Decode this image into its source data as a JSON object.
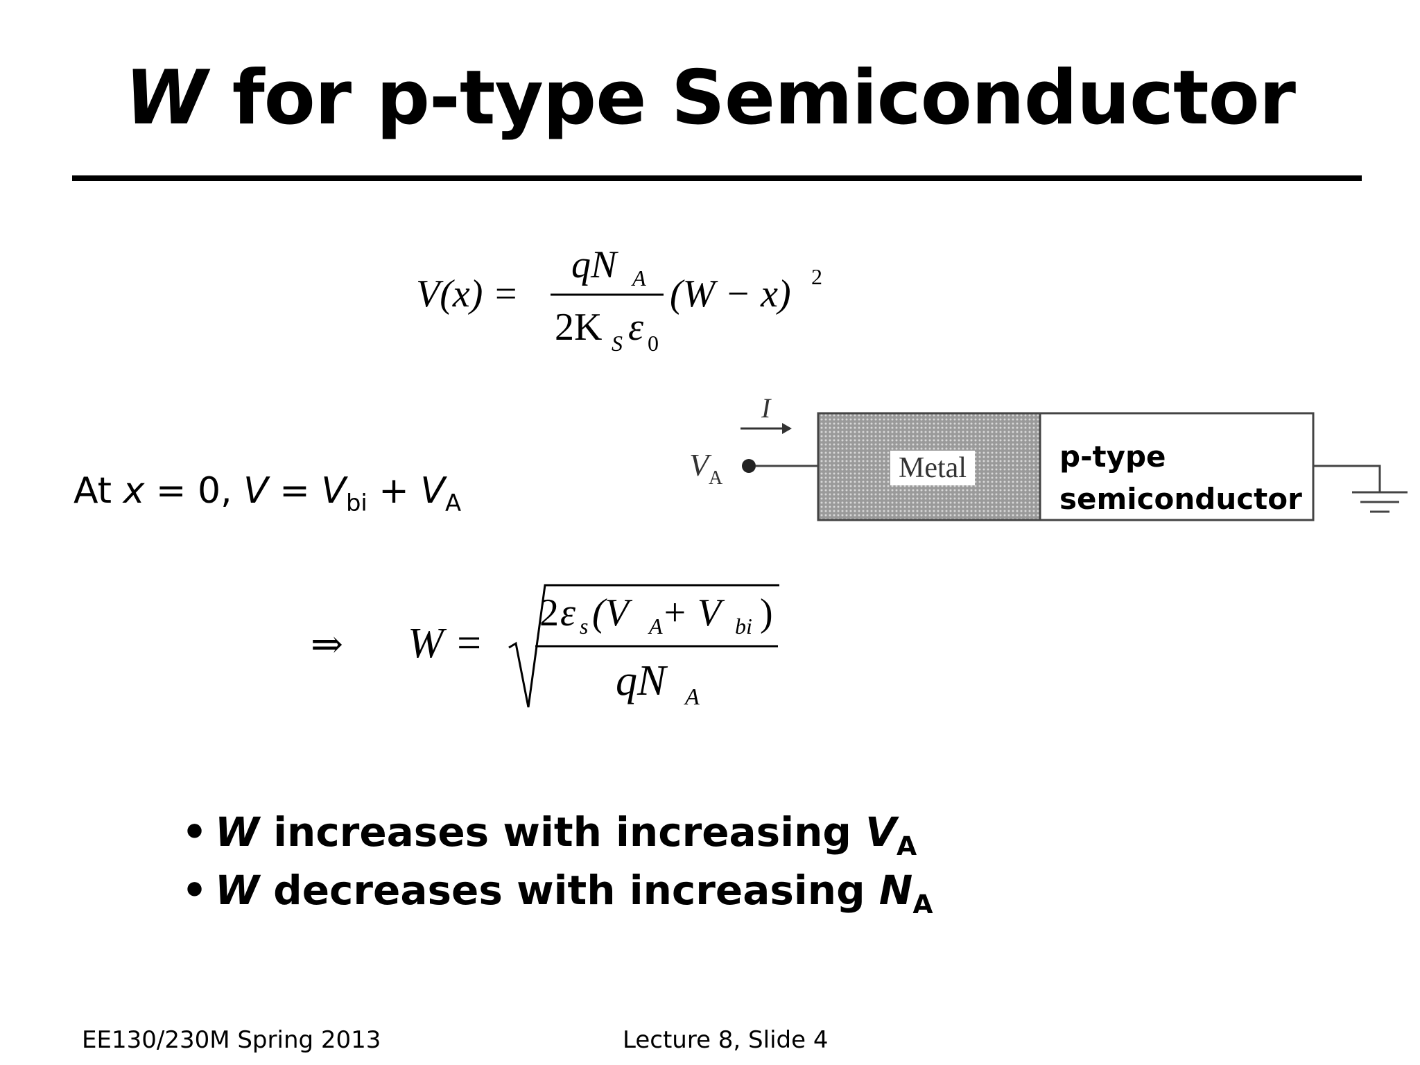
{
  "slide": {
    "title_var": "W",
    "title_rest": " for p-type Semiconductor"
  },
  "equation1": {
    "lhs": "V(x) =",
    "numerator": "qN",
    "numerator_sub": "A",
    "denominator": "2K",
    "denominator_sub": "S",
    "denominator_eps": "ε",
    "denominator_eps_sub": "0",
    "rhs": "(W − x)",
    "rhs_power": "2"
  },
  "boundary": {
    "prefix": "At ",
    "x": "x",
    "eq1": " = 0, ",
    "v": "V",
    "eq2": " = ",
    "vbi": "V",
    "vbi_sub": "bi",
    "plus": " + ",
    "va": "V",
    "va_sub": "A"
  },
  "circuit": {
    "current_label": "I",
    "source_label": "V",
    "source_sub": "A",
    "metal_label": "Metal",
    "semi_line1": "p-type",
    "semi_line2": "semiconductor"
  },
  "equation2": {
    "implies": "⇒",
    "lhs": "W =",
    "num_2": "2",
    "num_eps": "ε",
    "num_eps_sub": "s",
    "num_open": "(V",
    "num_va_sub": "A",
    "num_plus": " + V",
    "num_vbi_sub": "bi",
    "num_close": ")",
    "den": "qN",
    "den_sub": "A"
  },
  "bullets": [
    {
      "var": "W",
      "text": " increases with increasing ",
      "target": "V",
      "target_sub": "A"
    },
    {
      "var": "W",
      "text": " decreases with increasing ",
      "target": "N",
      "target_sub": "A"
    }
  ],
  "footer": {
    "course": "EE130/230M Spring 2013",
    "slide_ref": "Lecture 8, Slide 4"
  }
}
